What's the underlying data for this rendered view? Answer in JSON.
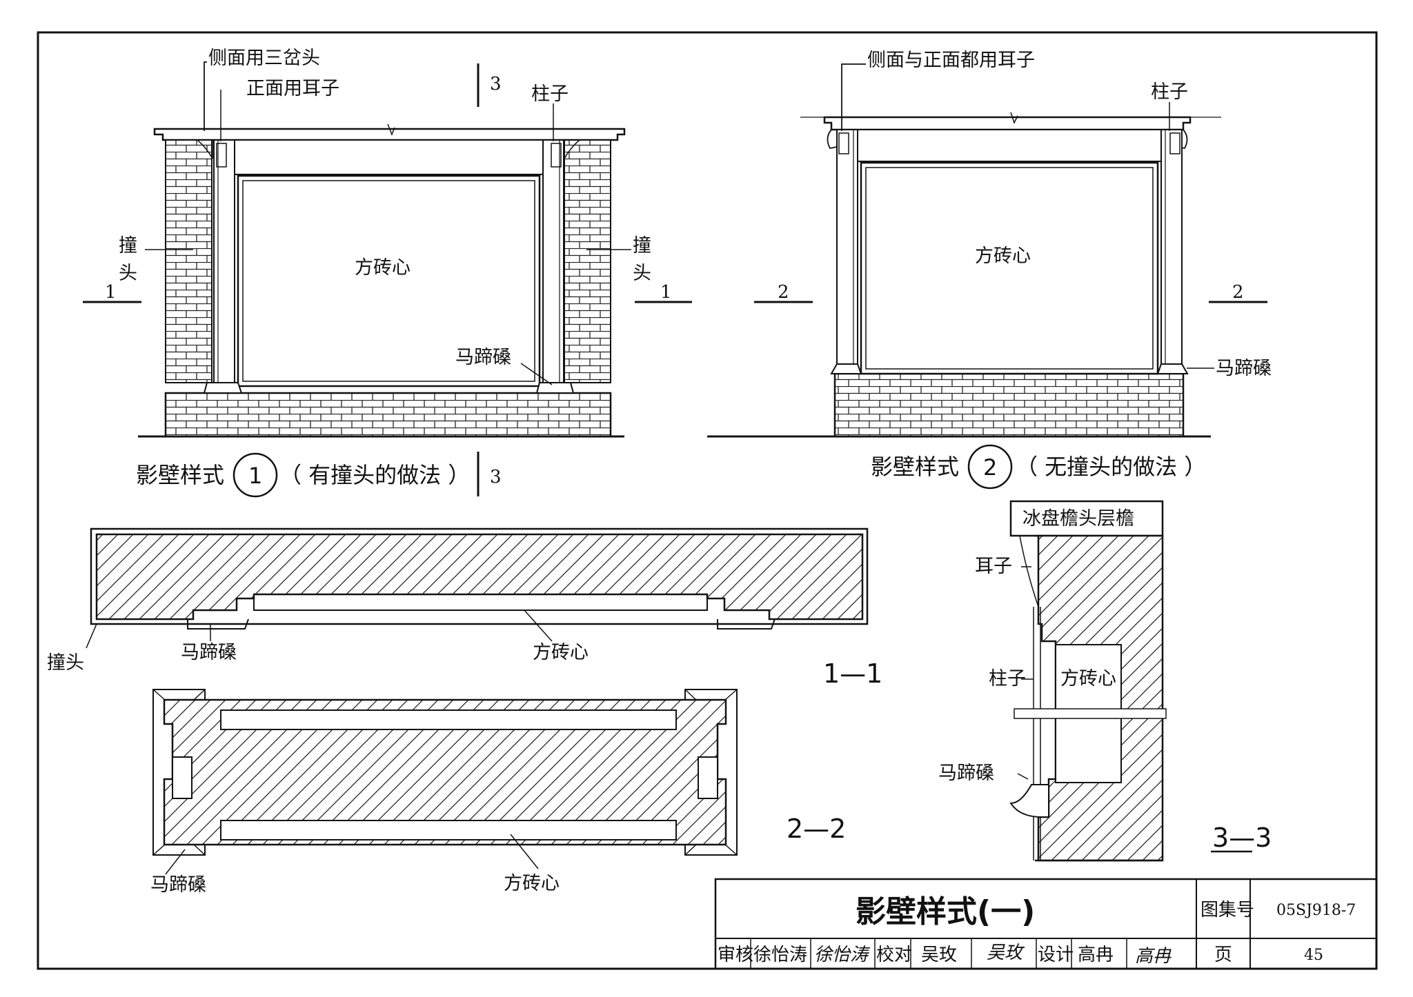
{
  "style1": {
    "side_note": "侧面用三岔头",
    "front_note": "正面用耳子",
    "pillar": "柱子",
    "zhuangtou_1": "撞",
    "zhuangtou_2": "头",
    "center": "方砖心",
    "base": "马蹄磉",
    "section_mark": "1",
    "cut_mark": "3",
    "caption": "影壁样式",
    "caption_num": "1",
    "caption_note": "（ 有撞头的做法 ）"
  },
  "style2": {
    "note": "侧面与正面都用耳子",
    "pillar": "柱子",
    "center": "方砖心",
    "base": "马蹄磉",
    "section_mark": "2",
    "caption": "影壁样式",
    "caption_num": "2",
    "caption_note": "（ 无撞头的做法 ）"
  },
  "section11": {
    "label": "1—1",
    "zhuangtou": "撞头",
    "base": "马蹄磉",
    "center": "方砖心"
  },
  "section22": {
    "label": "2—2",
    "base": "马蹄磉",
    "center": "方砖心"
  },
  "section33": {
    "label": "3—3",
    "eaves": "冰盘檐头层檐",
    "ear": "耳子",
    "pillar": "柱子",
    "center": "方砖心",
    "base": "马蹄磉"
  },
  "title_block": {
    "title": "影壁样式(一)",
    "atlas_label": "图集号",
    "atlas_no": "05SJ918-7",
    "review": "审核",
    "reviewer": "徐怡涛",
    "reviewer_sign": "徐怡涛",
    "check": "校对",
    "checker": "吴玫",
    "checker_sign": "吴玫",
    "design": "设计",
    "designer": "高冉",
    "designer_sign": "高冉",
    "page_label": "页",
    "page_no": "45"
  }
}
